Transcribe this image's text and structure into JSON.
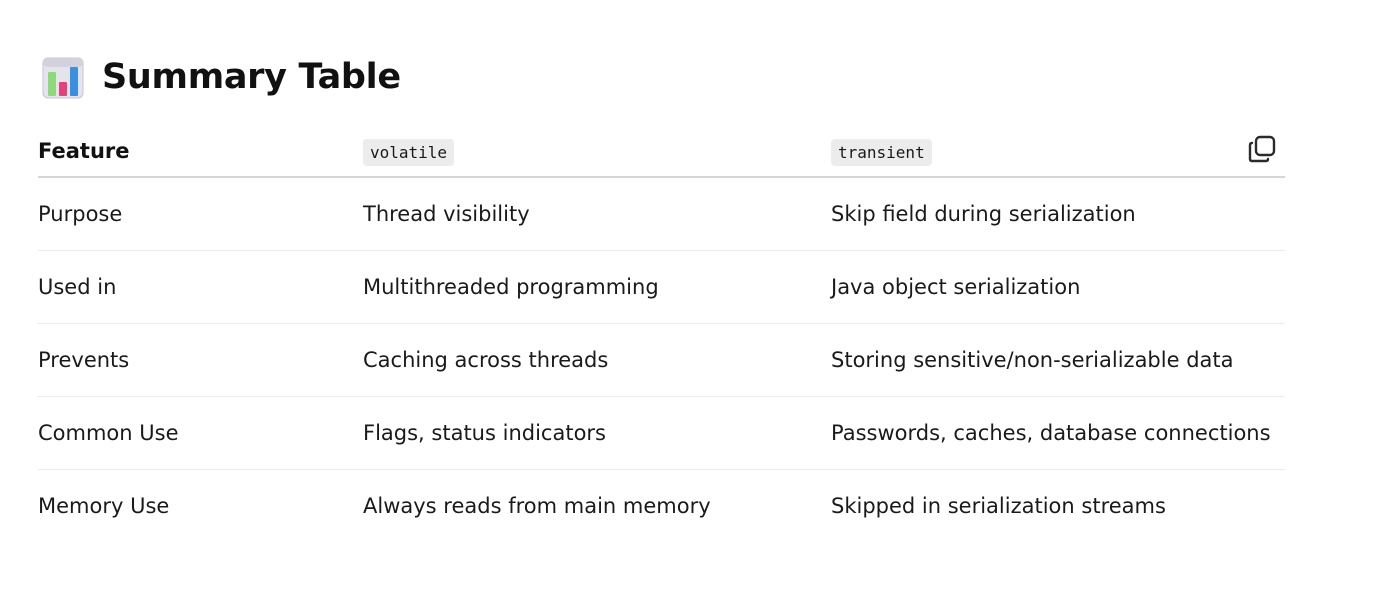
{
  "title": "Summary Table",
  "title_icon": "bar-chart-emoji",
  "copy_icon": "copy-icon",
  "table": {
    "headers": [
      "Feature",
      "volatile",
      "transient"
    ],
    "rows": [
      [
        "Purpose",
        "Thread visibility",
        "Skip field during serialization"
      ],
      [
        "Used in",
        "Multithreaded programming",
        "Java object serialization"
      ],
      [
        "Prevents",
        "Caching across threads",
        "Storing sensitive/non-serializable data"
      ],
      [
        "Common Use",
        "Flags, status indicators",
        "Passwords, caches, database connections"
      ],
      [
        "Memory Use",
        "Always reads from main memory",
        "Skipped in serialization streams"
      ]
    ]
  }
}
